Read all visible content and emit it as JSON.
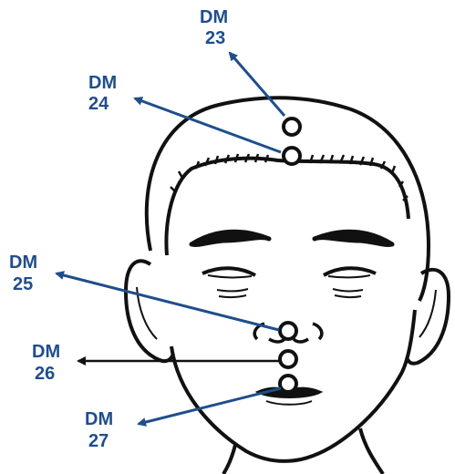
{
  "labels": [
    {
      "id": "dm23",
      "line1": "DM",
      "line2": "23"
    },
    {
      "id": "dm24",
      "line1": "DM",
      "line2": "24"
    },
    {
      "id": "dm25",
      "line1": "DM",
      "line2": "25"
    },
    {
      "id": "dm26",
      "line1": "DM",
      "line2": "26"
    },
    {
      "id": "dm27",
      "line1": "DM",
      "line2": "27"
    }
  ],
  "colors": {
    "label": "#1f4e8c",
    "arrow_blue": "#1f4e8c",
    "arrow_black": "#111111",
    "outline": "#111111"
  }
}
